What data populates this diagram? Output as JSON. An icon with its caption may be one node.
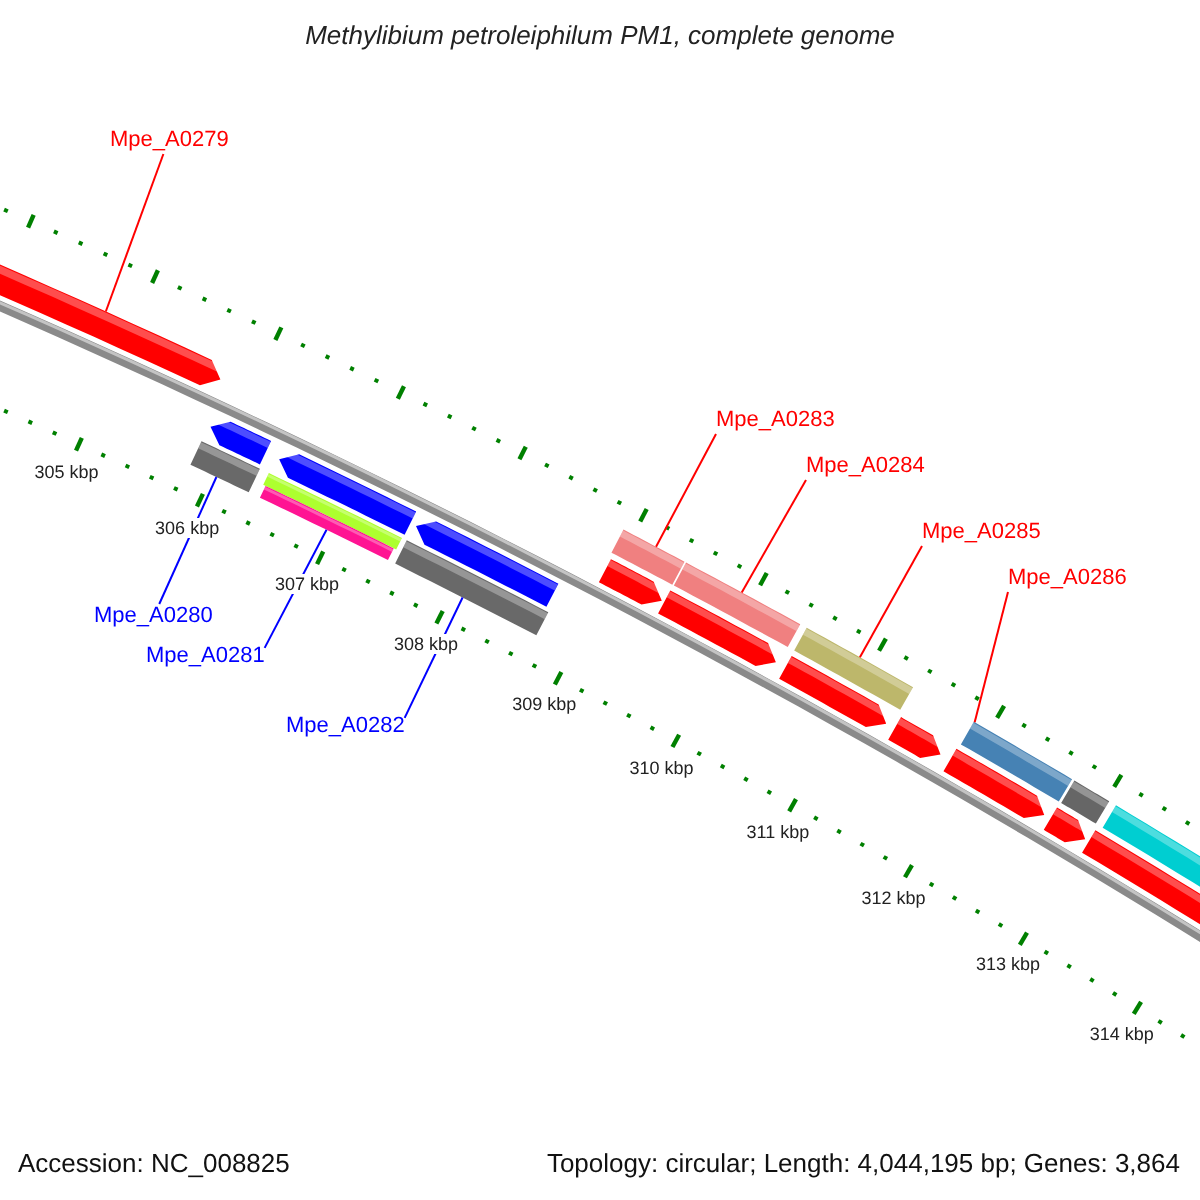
{
  "diagram": {
    "title": "Methylibium petroleiphilum PM1, complete genome",
    "nodes": [
      {
        "text": [
          "Mpe_A0279"
        ]
      },
      {
        "text": [],
        "shape": "arrow"
      },
      {
        "text": [
          "Mpe_A0280"
        ]
      },
      {
        "text": [],
        "shape": "bar"
      },
      {
        "text": [
          "Mpe_A0281"
        ]
      },
      {
        "text": [],
        "shape": "bar"
      },
      {
        "text": [
          "Mpe_A0282"
        ]
      },
      {
        "text": [],
        "shape": "bar"
      },
      {
        "text": [
          "Mpe_A0283"
        ]
      },
      {
        "text": [],
        "shape": "bar"
      },
      {
        "text": [
          "Mpe_A0284"
        ]
      },
      {
        "text": [],
        "shape": "bar"
      },
      {
        "text": [
          "Mpe_A0285"
        ]
      },
      {
        "text": [],
        "shape": "bar"
      },
      {
        "text": [
          "Mpe_A0286"
        ]
      },
      {
        "text": [],
        "shape": "bar"
      }
    ],
    "edges": [
      {
        "from": 0,
        "to": 1,
        "arrow": "none"
      },
      {
        "from": 2,
        "to": 3,
        "arrow": "none",
        "color": "#0000ff"
      },
      {
        "from": 4,
        "to": 5,
        "arrow": "none",
        "color": "#0000ff"
      },
      {
        "from": 6,
        "to": 7,
        "arrow": "none",
        "color": "#0000ff"
      },
      {
        "from": 8,
        "to": 9,
        "arrow": "none"
      },
      {
        "from": 10,
        "to": 11,
        "arrow": "none"
      },
      {
        "from": 12,
        "to": 13,
        "arrow": "none"
      },
      {
        "from": 14,
        "to": 15,
        "arrow": "none"
      }
    ],
    "labels": [
      "305 kbp",
      "306 kbp",
      "307 kbp",
      "308 kbp",
      "309 kbp",
      "310 kbp",
      "311 kbp",
      "312 kbp",
      "313 kbp",
      "314 kbp",
      "Accession: NC_008825",
      "Topology: circular; Length: 4,044,195 bp; Genes: 3,864"
    ]
  }
}
